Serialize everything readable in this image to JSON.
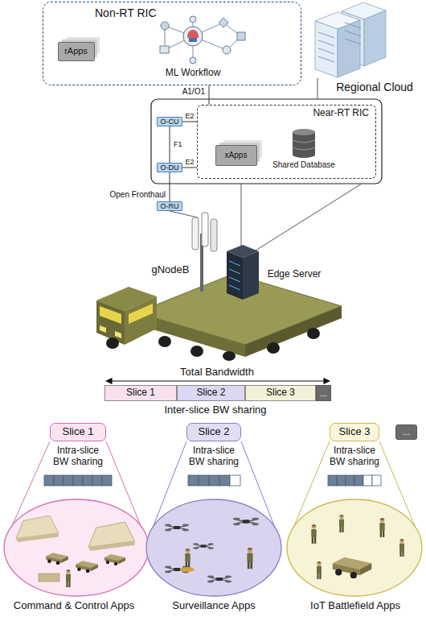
{
  "diagram": {
    "nodes": [
      {
        "text": [
          "Non-RT RIC"
        ]
      },
      {
        "text": [
          "rApps"
        ],
        "in": 0
      },
      {
        "text": [
          "O-CU"
        ]
      },
      {
        "text": [
          "O-DU"
        ]
      },
      {
        "text": [
          "Near-RT RIC"
        ]
      },
      {
        "text": [
          "xApps"
        ],
        "in": 4
      },
      {
        "text": [
          "O-RU"
        ]
      },
      {
        "text": [
          "Slice 1"
        ]
      },
      {
        "text": [
          "Slice 2"
        ]
      },
      {
        "text": [
          "Slice 3"
        ]
      },
      {
        "text": [
          "..."
        ]
      },
      {
        "text": [
          "Slice 1"
        ]
      },
      {
        "text": [
          "Slice 2"
        ]
      },
      {
        "text": [
          "Slice 3"
        ]
      },
      {
        "text": [
          "..."
        ]
      }
    ],
    "edges": [
      {
        "from": 0,
        "to": 4,
        "label": "A1/O1",
        "arrow": "none"
      },
      {
        "from": 2,
        "to": 4,
        "label": "E2",
        "arrow": "none"
      },
      {
        "from": 2,
        "to": 3,
        "label": "F1",
        "arrow": "none"
      },
      {
        "from": 3,
        "to": 4,
        "label": "E2",
        "arrow": "none"
      },
      {
        "from": 3,
        "to": 6,
        "label": "Open Fronthaul",
        "arrow": "none"
      }
    ],
    "labels": [
      "ML Workflow",
      "Regional Cloud",
      "Shared Database",
      "gNodeB",
      "Edge Server",
      "Total Bandwidth",
      "Inter-slice BW sharing",
      "Intra-slice BW sharing",
      "Intra-slice BW sharing",
      "Intra-slice BW sharing",
      "Command & Control Apps",
      "Surveillance Apps",
      "IoT Battlefield Apps"
    ]
  }
}
